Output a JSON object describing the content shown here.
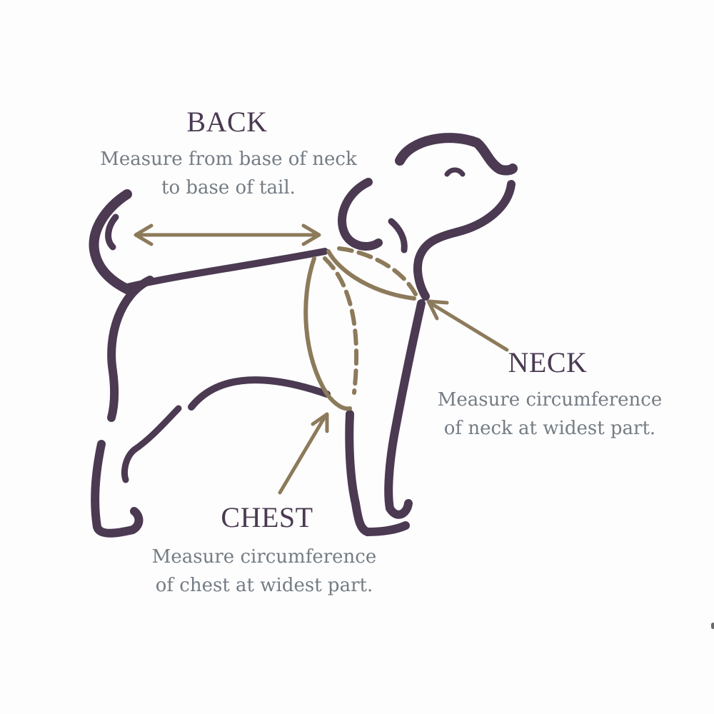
{
  "colors": {
    "dog_outline": "#4b3a52",
    "measure_lines": "#8c7a5b",
    "heading_text": "#4b3a52",
    "description_text": "#747c84",
    "background": "#fdfdfd"
  },
  "back": {
    "heading": "BACK",
    "description_line1": "Measure from base of neck",
    "description_line2": "to base of tail."
  },
  "neck": {
    "heading": "NECK",
    "description_line1": "Measure circumference",
    "description_line2": "of neck at widest part."
  },
  "chest": {
    "heading": "CHEST",
    "description_line1": "Measure circumference",
    "description_line2": "of chest at widest part."
  }
}
